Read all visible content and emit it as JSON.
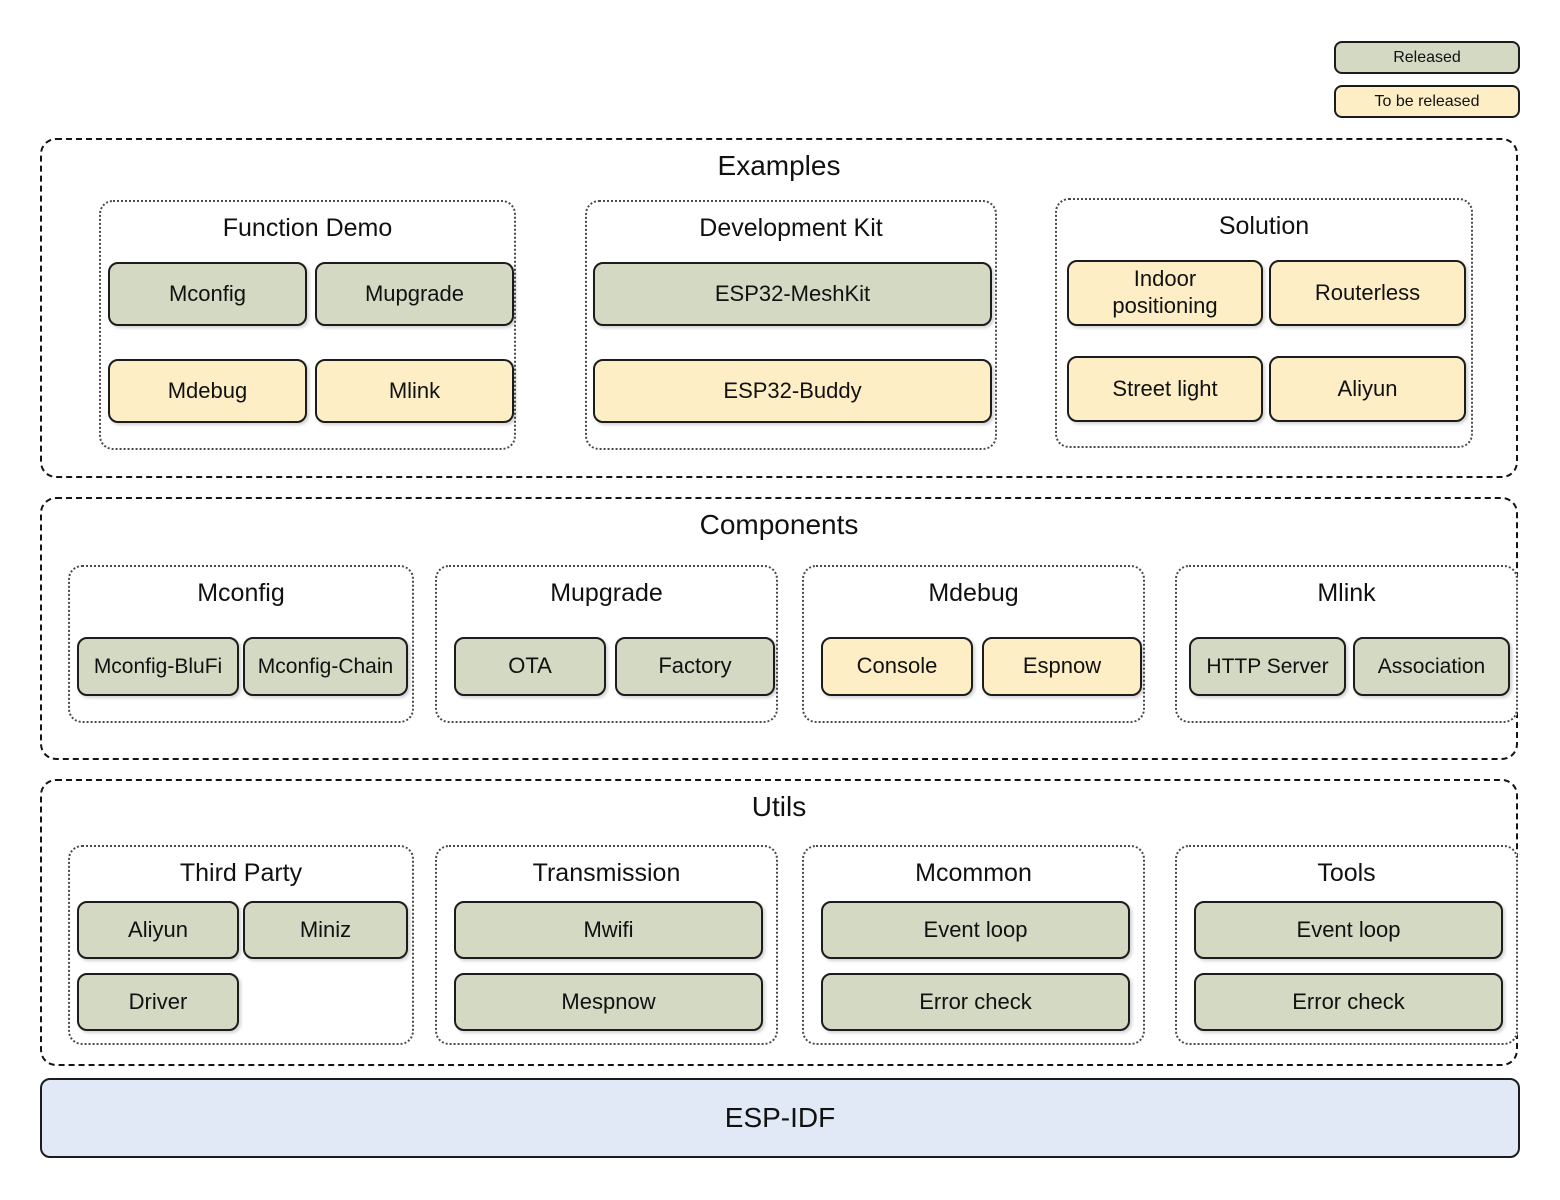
{
  "legend": {
    "items": [
      {
        "label": "Released",
        "status": "released"
      },
      {
        "label": "To be released",
        "status": "to_be_released"
      }
    ]
  },
  "palette": {
    "released_fill": "#d3d9c3",
    "to_be_released_fill": "#fdeec5",
    "esp_idf_fill": "#e0e9f5",
    "border": "#1c1c1c"
  },
  "sections": [
    {
      "id": "examples",
      "title": "Examples",
      "groups": [
        {
          "title": "Function Demo",
          "items": [
            {
              "label": "Mconfig",
              "status": "released"
            },
            {
              "label": "Mupgrade",
              "status": "released"
            },
            {
              "label": "Mdebug",
              "status": "to_be_released"
            },
            {
              "label": "Mlink",
              "status": "to_be_released"
            }
          ]
        },
        {
          "title": "Development Kit",
          "items": [
            {
              "label": "ESP32-MeshKit",
              "status": "released"
            },
            {
              "label": "ESP32-Buddy",
              "status": "to_be_released"
            }
          ]
        },
        {
          "title": "Solution",
          "items": [
            {
              "label": "Indoor positioning",
              "status": "to_be_released"
            },
            {
              "label": "Routerless",
              "status": "to_be_released"
            },
            {
              "label": "Street light",
              "status": "to_be_released"
            },
            {
              "label": "Aliyun",
              "status": "to_be_released"
            }
          ]
        }
      ]
    },
    {
      "id": "components",
      "title": "Components",
      "groups": [
        {
          "title": "Mconfig",
          "items": [
            {
              "label": "Mconfig-BluFi",
              "status": "released"
            },
            {
              "label": "Mconfig-Chain",
              "status": "released"
            }
          ]
        },
        {
          "title": "Mupgrade",
          "items": [
            {
              "label": "OTA",
              "status": "released"
            },
            {
              "label": "Factory",
              "status": "released"
            }
          ]
        },
        {
          "title": "Mdebug",
          "items": [
            {
              "label": "Console",
              "status": "to_be_released"
            },
            {
              "label": "Espnow",
              "status": "to_be_released"
            }
          ]
        },
        {
          "title": "Mlink",
          "items": [
            {
              "label": "HTTP Server",
              "status": "released"
            },
            {
              "label": "Association",
              "status": "released"
            }
          ]
        }
      ]
    },
    {
      "id": "utils",
      "title": "Utils",
      "groups": [
        {
          "title": "Third Party",
          "items": [
            {
              "label": "Aliyun",
              "status": "released"
            },
            {
              "label": "Miniz",
              "status": "released"
            },
            {
              "label": "Driver",
              "status": "released"
            }
          ]
        },
        {
          "title": "Transmission",
          "items": [
            {
              "label": "Mwifi",
              "status": "released"
            },
            {
              "label": "Mespnow",
              "status": "released"
            }
          ]
        },
        {
          "title": "Mcommon",
          "items": [
            {
              "label": "Event loop",
              "status": "released"
            },
            {
              "label": "Error check",
              "status": "released"
            }
          ]
        },
        {
          "title": "Tools",
          "items": [
            {
              "label": "Event loop",
              "status": "released"
            },
            {
              "label": "Error check",
              "status": "released"
            }
          ]
        }
      ]
    }
  ],
  "base": {
    "label": "ESP-IDF"
  }
}
